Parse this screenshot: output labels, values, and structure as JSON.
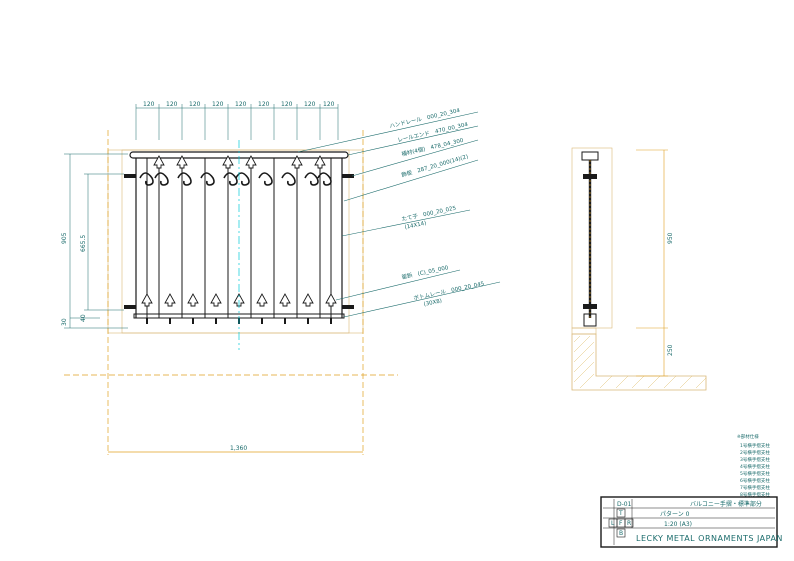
{
  "front_view": {
    "top_dims": [
      "120",
      "120",
      "120",
      "120",
      "120",
      "120",
      "120",
      "120",
      "120"
    ],
    "dim_height_total": "905",
    "dim_height_inner": "665.5",
    "dim_small_a": "30",
    "dim_small_b": "40",
    "dim_width": "1,360",
    "callouts": [
      {
        "text": "ハンドレール　000_20_304"
      },
      {
        "text": "レールエンド　470_00_304"
      },
      {
        "text": "補材(4個)　478_04_300"
      },
      {
        "text": "飾板　287_20_000(14)(2)"
      },
      {
        "text": "たて子　000_20_025",
        "sub": "(14X14)"
      },
      {
        "text": "留鋲　(C)_05_000"
      },
      {
        "text": "ボトムレール　000_20_045",
        "sub": "(30X8)"
      }
    ]
  },
  "side_view": {
    "dim_upper": "950",
    "dim_lower": "250"
  },
  "notes": {
    "header": "※部材仕様",
    "items": [
      "1号横手摺支柱",
      "2号横手摺支柱",
      "3号横手摺支柱",
      "4号横手摺支柱",
      "5号横手摺支柱",
      "6号横手摺支柱",
      "7号横手摺支柱",
      "8号横手摺支柱"
    ]
  },
  "title_block": {
    "drawing_no": "D-01",
    "title": "バルコニー手摺・標準部分",
    "pattern": "パターン 0",
    "scale_info": "1:20 (A3)",
    "company": "LECKY METAL ORNAMENTS JAPAN",
    "views": [
      "T",
      "L",
      "F",
      "R",
      "B"
    ]
  },
  "colors": {
    "line": "#1a1a1a",
    "teal": "#1a6b6b",
    "gold": "#e0a020",
    "cyan": "#00c8d8"
  }
}
